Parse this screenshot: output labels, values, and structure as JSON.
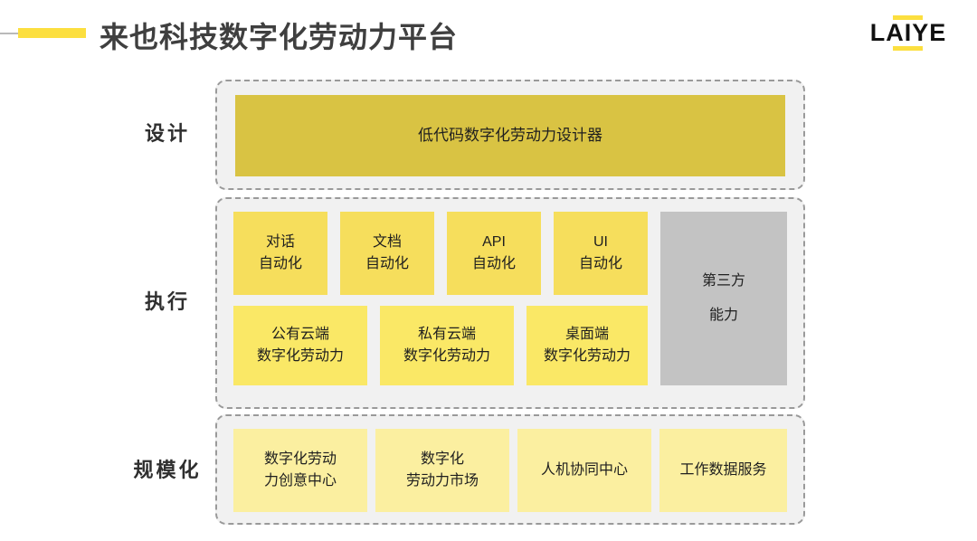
{
  "header": {
    "title": "来也科技数字化劳动力平台",
    "logo_text": "LAIYE",
    "accent_color": "#fcdf3f"
  },
  "rows": [
    {
      "label": "设计",
      "cards": [
        {
          "lines": [
            "低代码数字化劳动力设计器"
          ],
          "color": "#d9c343"
        }
      ]
    },
    {
      "label": "执行",
      "cards": [
        {
          "lines": [
            "对话",
            "自动化"
          ],
          "color": "#f6de5c"
        },
        {
          "lines": [
            "文档",
            "自动化"
          ],
          "color": "#f6de5c"
        },
        {
          "lines": [
            "API",
            "自动化"
          ],
          "color": "#f6de5c"
        },
        {
          "lines": [
            "UI",
            "自动化"
          ],
          "color": "#f6de5c"
        },
        {
          "lines": [
            "公有云端",
            "数字化劳动力"
          ],
          "color": "#fae866"
        },
        {
          "lines": [
            "私有云端",
            "数字化劳动力"
          ],
          "color": "#fae866"
        },
        {
          "lines": [
            "桌面端",
            "数字化劳动力"
          ],
          "color": "#fae866"
        },
        {
          "lines": [
            "第三方",
            "能力"
          ],
          "color": "#c3c3c3"
        }
      ]
    },
    {
      "label": "规模化",
      "cards": [
        {
          "lines": [
            "数字化劳动",
            "力创意中心"
          ],
          "color": "#fbefa0"
        },
        {
          "lines": [
            "数字化",
            "劳动力市场"
          ],
          "color": "#fbefa0"
        },
        {
          "lines": [
            "人机协同中心"
          ],
          "color": "#fbefa0"
        },
        {
          "lines": [
            "工作数据服务"
          ],
          "color": "#fbefa0"
        }
      ]
    }
  ]
}
